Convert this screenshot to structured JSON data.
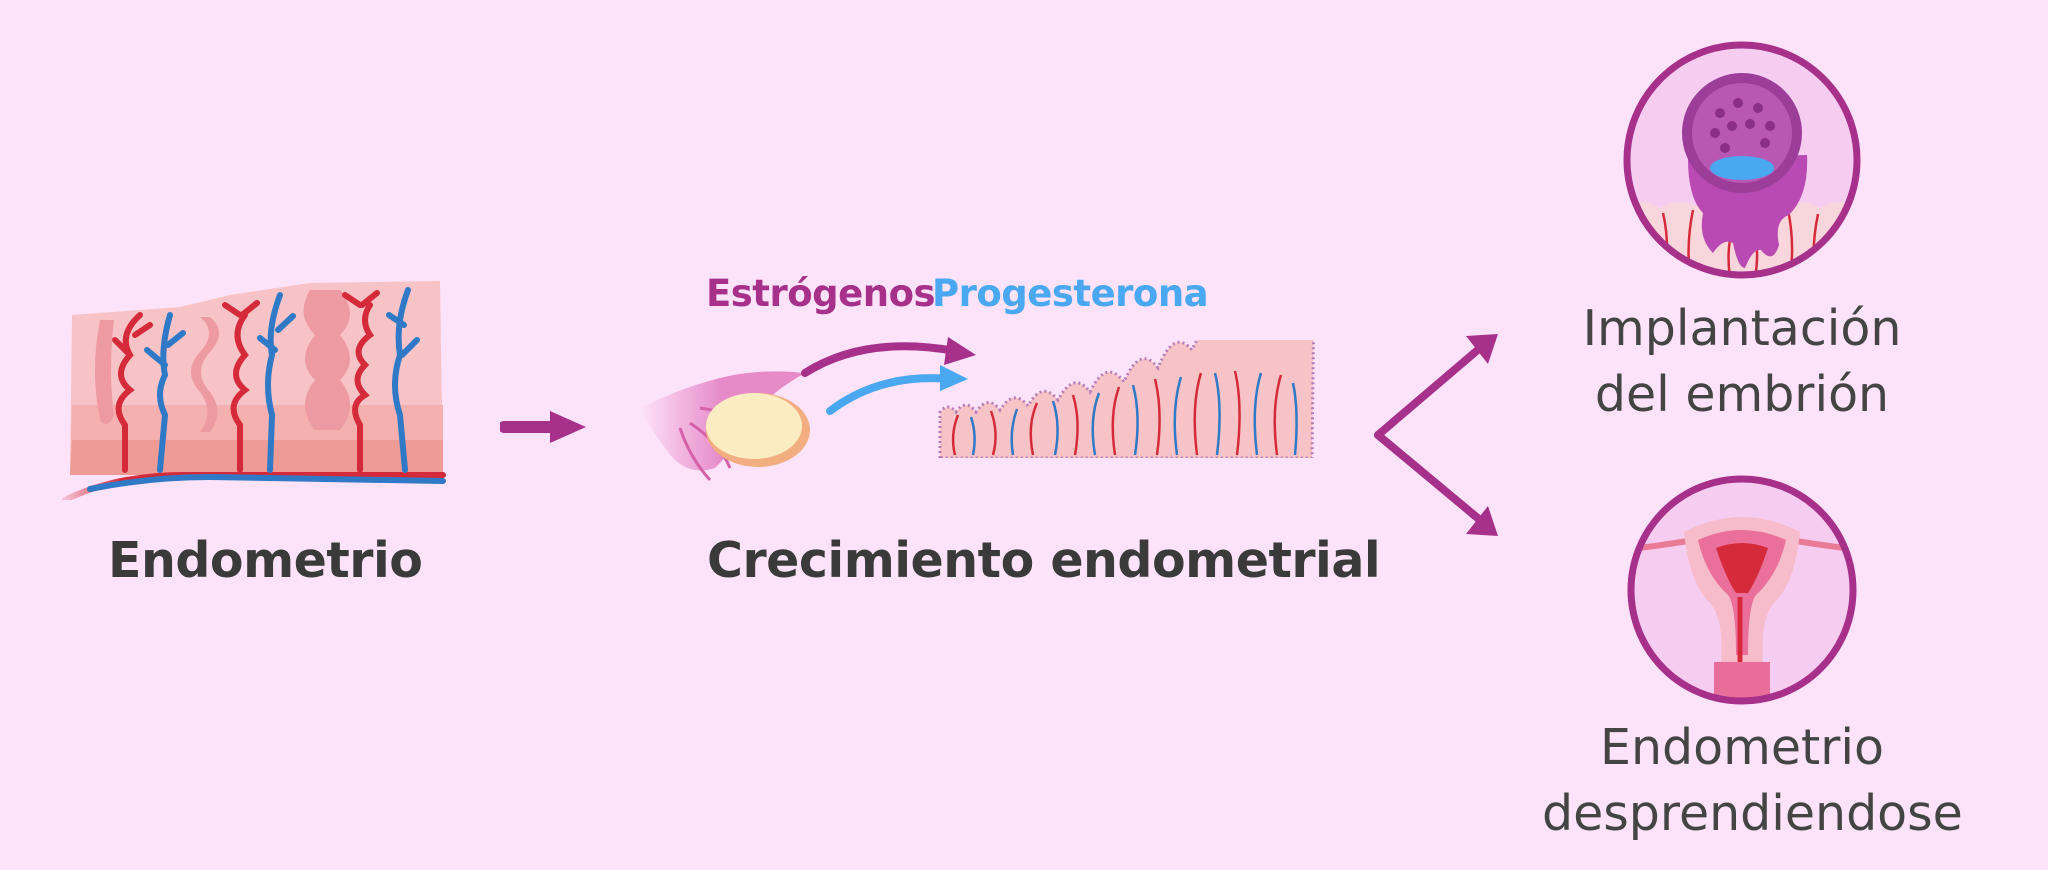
{
  "stage1": {
    "label": "Endometrio"
  },
  "stage2": {
    "label": "Crecimiento endometrial"
  },
  "hormones": {
    "estrogen": {
      "label": "Estrógenos",
      "color": "#a6308a"
    },
    "progesterone": {
      "label": "Progesterona",
      "color": "#4aa8f0"
    }
  },
  "outcomes": [
    {
      "line1": "Implantación",
      "line2": "del embrión"
    },
    {
      "line1": "Endometrio",
      "line2": "desprendiendose"
    }
  ],
  "colors": {
    "background": "#fde3f9",
    "accent": "#a6308a",
    "artery": "#d52a3a",
    "vein": "#2f79c6",
    "tissue": "#f7c3c6"
  },
  "icons": {
    "endometrium": "endometrium-tissue-icon",
    "ovary": "ovary-icon",
    "thickened": "thickened-endometrium-icon",
    "embryo": "embryo-implantation-icon",
    "uterus": "menstruating-uterus-icon"
  }
}
